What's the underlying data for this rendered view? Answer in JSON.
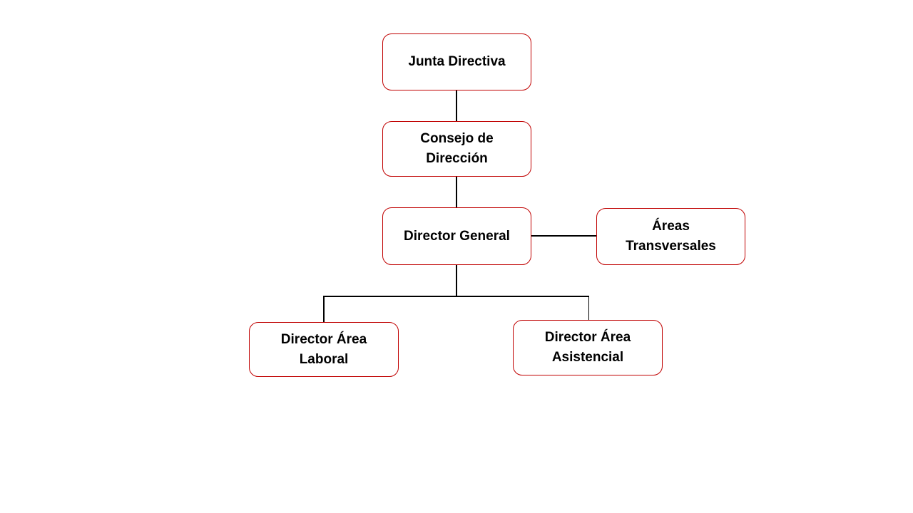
{
  "diagram": {
    "type": "org-chart",
    "colors": {
      "box_border": "#c00000",
      "box_fill": "#ffffff",
      "text": "#000000",
      "connector": "#000000",
      "background": "#ffffff"
    },
    "nodes": [
      {
        "id": "junta-directiva",
        "label": "Junta Directiva",
        "lines": [
          "Junta Directiva"
        ]
      },
      {
        "id": "consejo-de-direccion",
        "label": "Consejo de Dirección",
        "lines": [
          "Consejo de",
          "Dirección"
        ]
      },
      {
        "id": "director-general",
        "label": "Director General",
        "lines": [
          "Director General"
        ]
      },
      {
        "id": "areas-transversales",
        "label": "Áreas Transversales",
        "lines": [
          "Áreas",
          "Transversales"
        ]
      },
      {
        "id": "director-area-laboral",
        "label": "Director Área Laboral",
        "lines": [
          "Director Área",
          "Laboral"
        ]
      },
      {
        "id": "director-area-asistencial",
        "label": "Director Área Asistencial",
        "lines": [
          "Director Área",
          "Asistencial"
        ]
      }
    ],
    "edges": [
      {
        "from": "junta-directiva",
        "to": "consejo-de-direccion",
        "style": "vertical"
      },
      {
        "from": "consejo-de-direccion",
        "to": "director-general",
        "style": "vertical"
      },
      {
        "from": "director-general",
        "to": "areas-transversales",
        "style": "lateral-horizontal"
      },
      {
        "from": "director-general",
        "to": "director-area-laboral",
        "style": "elbow"
      },
      {
        "from": "director-general",
        "to": "director-area-asistencial",
        "style": "elbow"
      }
    ]
  }
}
